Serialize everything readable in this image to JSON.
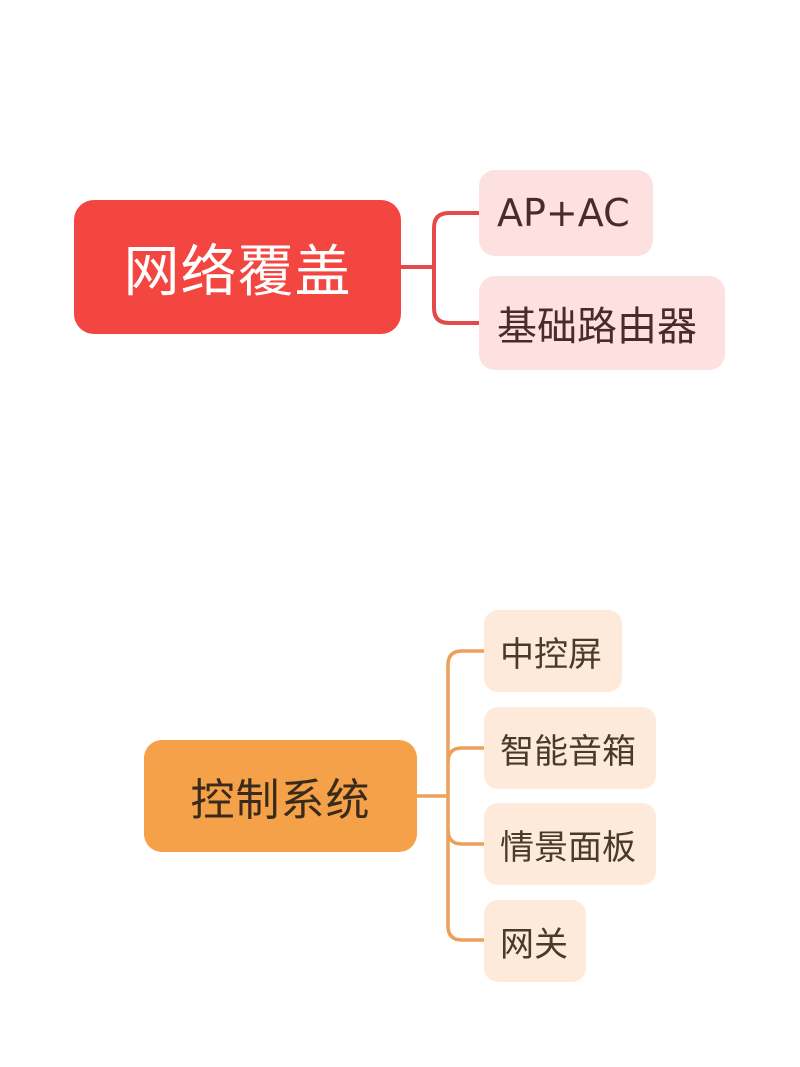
{
  "colors": {
    "network_root": "#f44640",
    "network_branch": "#e34a4a",
    "network_child_bg": "#fde0e0",
    "control_root": "#f4a14a",
    "control_branch": "#eda05a",
    "control_child_bg": "#fdeadb"
  },
  "mindmap": {
    "groups": [
      {
        "root": "网络覆盖",
        "children": [
          "AP+AC",
          "基础路由器"
        ]
      },
      {
        "root": "控制系统",
        "children": [
          "中控屏",
          "智能音箱",
          "情景面板",
          "网关"
        ]
      }
    ]
  }
}
